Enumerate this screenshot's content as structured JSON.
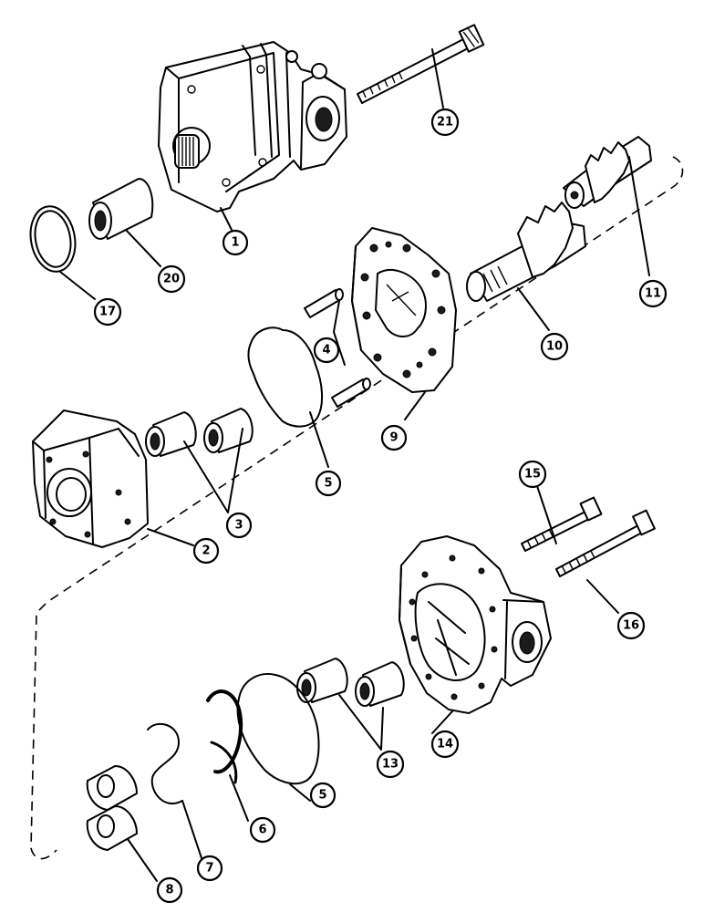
{
  "callouts": [
    {
      "id": "c1",
      "label": "1"
    },
    {
      "id": "c2",
      "label": "2"
    },
    {
      "id": "c3",
      "label": "3"
    },
    {
      "id": "c4",
      "label": "4"
    },
    {
      "id": "c5a",
      "label": "5"
    },
    {
      "id": "c5b",
      "label": "5"
    },
    {
      "id": "c6",
      "label": "6"
    },
    {
      "id": "c7",
      "label": "7"
    },
    {
      "id": "c8",
      "label": "8"
    },
    {
      "id": "c9",
      "label": "9"
    },
    {
      "id": "c10",
      "label": "10"
    },
    {
      "id": "c11",
      "label": "11"
    },
    {
      "id": "c13",
      "label": "13"
    },
    {
      "id": "c14",
      "label": "14"
    },
    {
      "id": "c15",
      "label": "15"
    },
    {
      "id": "c16",
      "label": "16"
    },
    {
      "id": "c17",
      "label": "17"
    },
    {
      "id": "c20",
      "label": "20"
    },
    {
      "id": "c21",
      "label": "21"
    }
  ]
}
